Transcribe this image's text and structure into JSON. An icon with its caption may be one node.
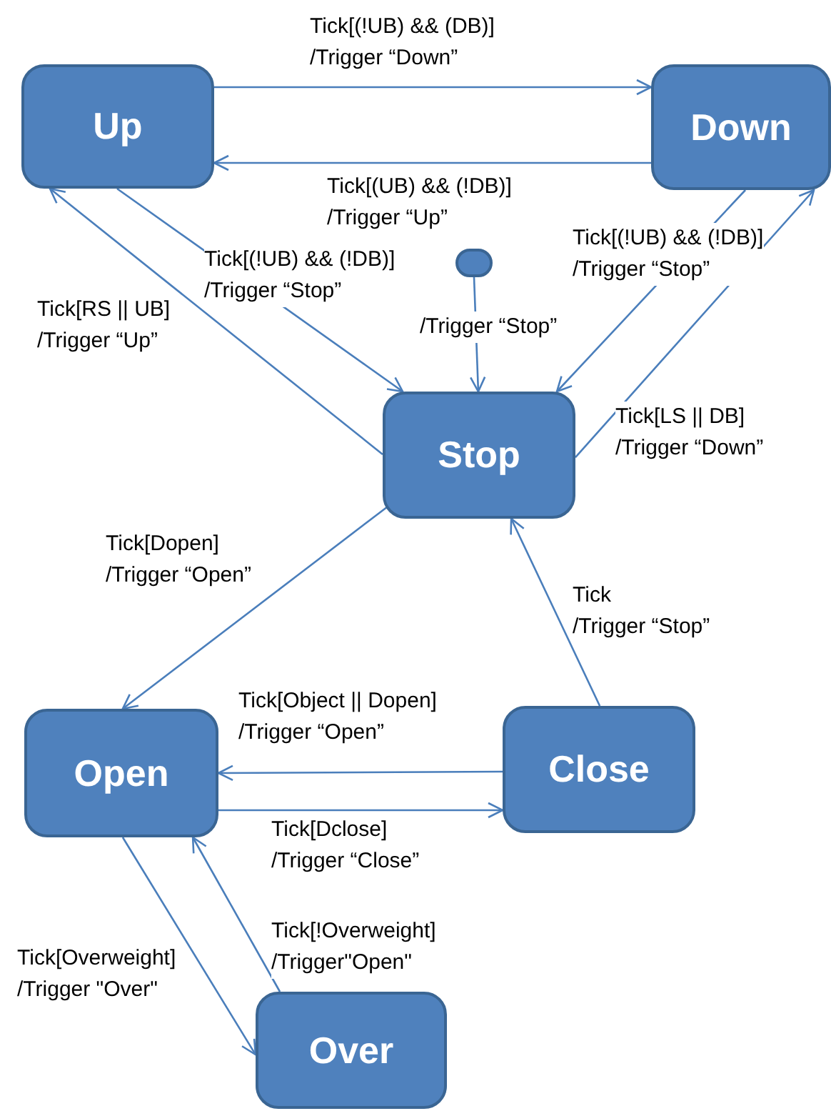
{
  "diagram": {
    "nodes": [
      {
        "text": [
          "Up"
        ]
      },
      {
        "text": [
          "Down"
        ]
      },
      {
        "text": [],
        "shape": "circle"
      },
      {
        "text": [
          "Stop"
        ]
      },
      {
        "text": [
          "Open"
        ]
      },
      {
        "text": [
          "Close"
        ]
      },
      {
        "text": [
          "Over"
        ]
      }
    ],
    "edges": [
      {
        "from": 0,
        "to": 1,
        "arrow": "to",
        "label": "Tick[(!UB) && (DB)] /Trigger “Down”"
      },
      {
        "from": 1,
        "to": 0,
        "arrow": "to",
        "label": "Tick[(UB) && (!DB)] /Trigger “Up”"
      },
      {
        "from": 0,
        "to": 3,
        "arrow": "to",
        "label": "Tick[(!UB) && (!DB)] /Trigger “Stop”"
      },
      {
        "from": 3,
        "to": 0,
        "arrow": "to",
        "label": "Tick[RS || UB] /Trigger “Up”"
      },
      {
        "from": 2,
        "to": 3,
        "arrow": "to",
        "label": "/Trigger “Stop”"
      },
      {
        "from": 1,
        "to": 3,
        "arrow": "to",
        "label": "Tick[(!UB) && (!DB)] /Trigger “Stop”"
      },
      {
        "from": 3,
        "to": 1,
        "arrow": "to",
        "label": "Tick[LS || DB] /Trigger “Down”"
      },
      {
        "from": 3,
        "to": 4,
        "arrow": "to",
        "label": "Tick[Dopen] /Trigger “Open”"
      },
      {
        "from": 5,
        "to": 3,
        "arrow": "to",
        "label": "Tick /Trigger “Stop”"
      },
      {
        "from": 5,
        "to": 4,
        "arrow": "to",
        "label": "Tick[Object || Dopen] /Trigger “Open”"
      },
      {
        "from": 4,
        "to": 5,
        "arrow": "to",
        "label": "Tick[Dclose] /Trigger “Close”"
      },
      {
        "from": 4,
        "to": 6,
        "arrow": "to",
        "label": "Tick[Overweight] /Trigger \"Over\""
      },
      {
        "from": 6,
        "to": 4,
        "arrow": "to",
        "label": "Tick[!Overweight] /Trigger\"Open\""
      }
    ]
  }
}
